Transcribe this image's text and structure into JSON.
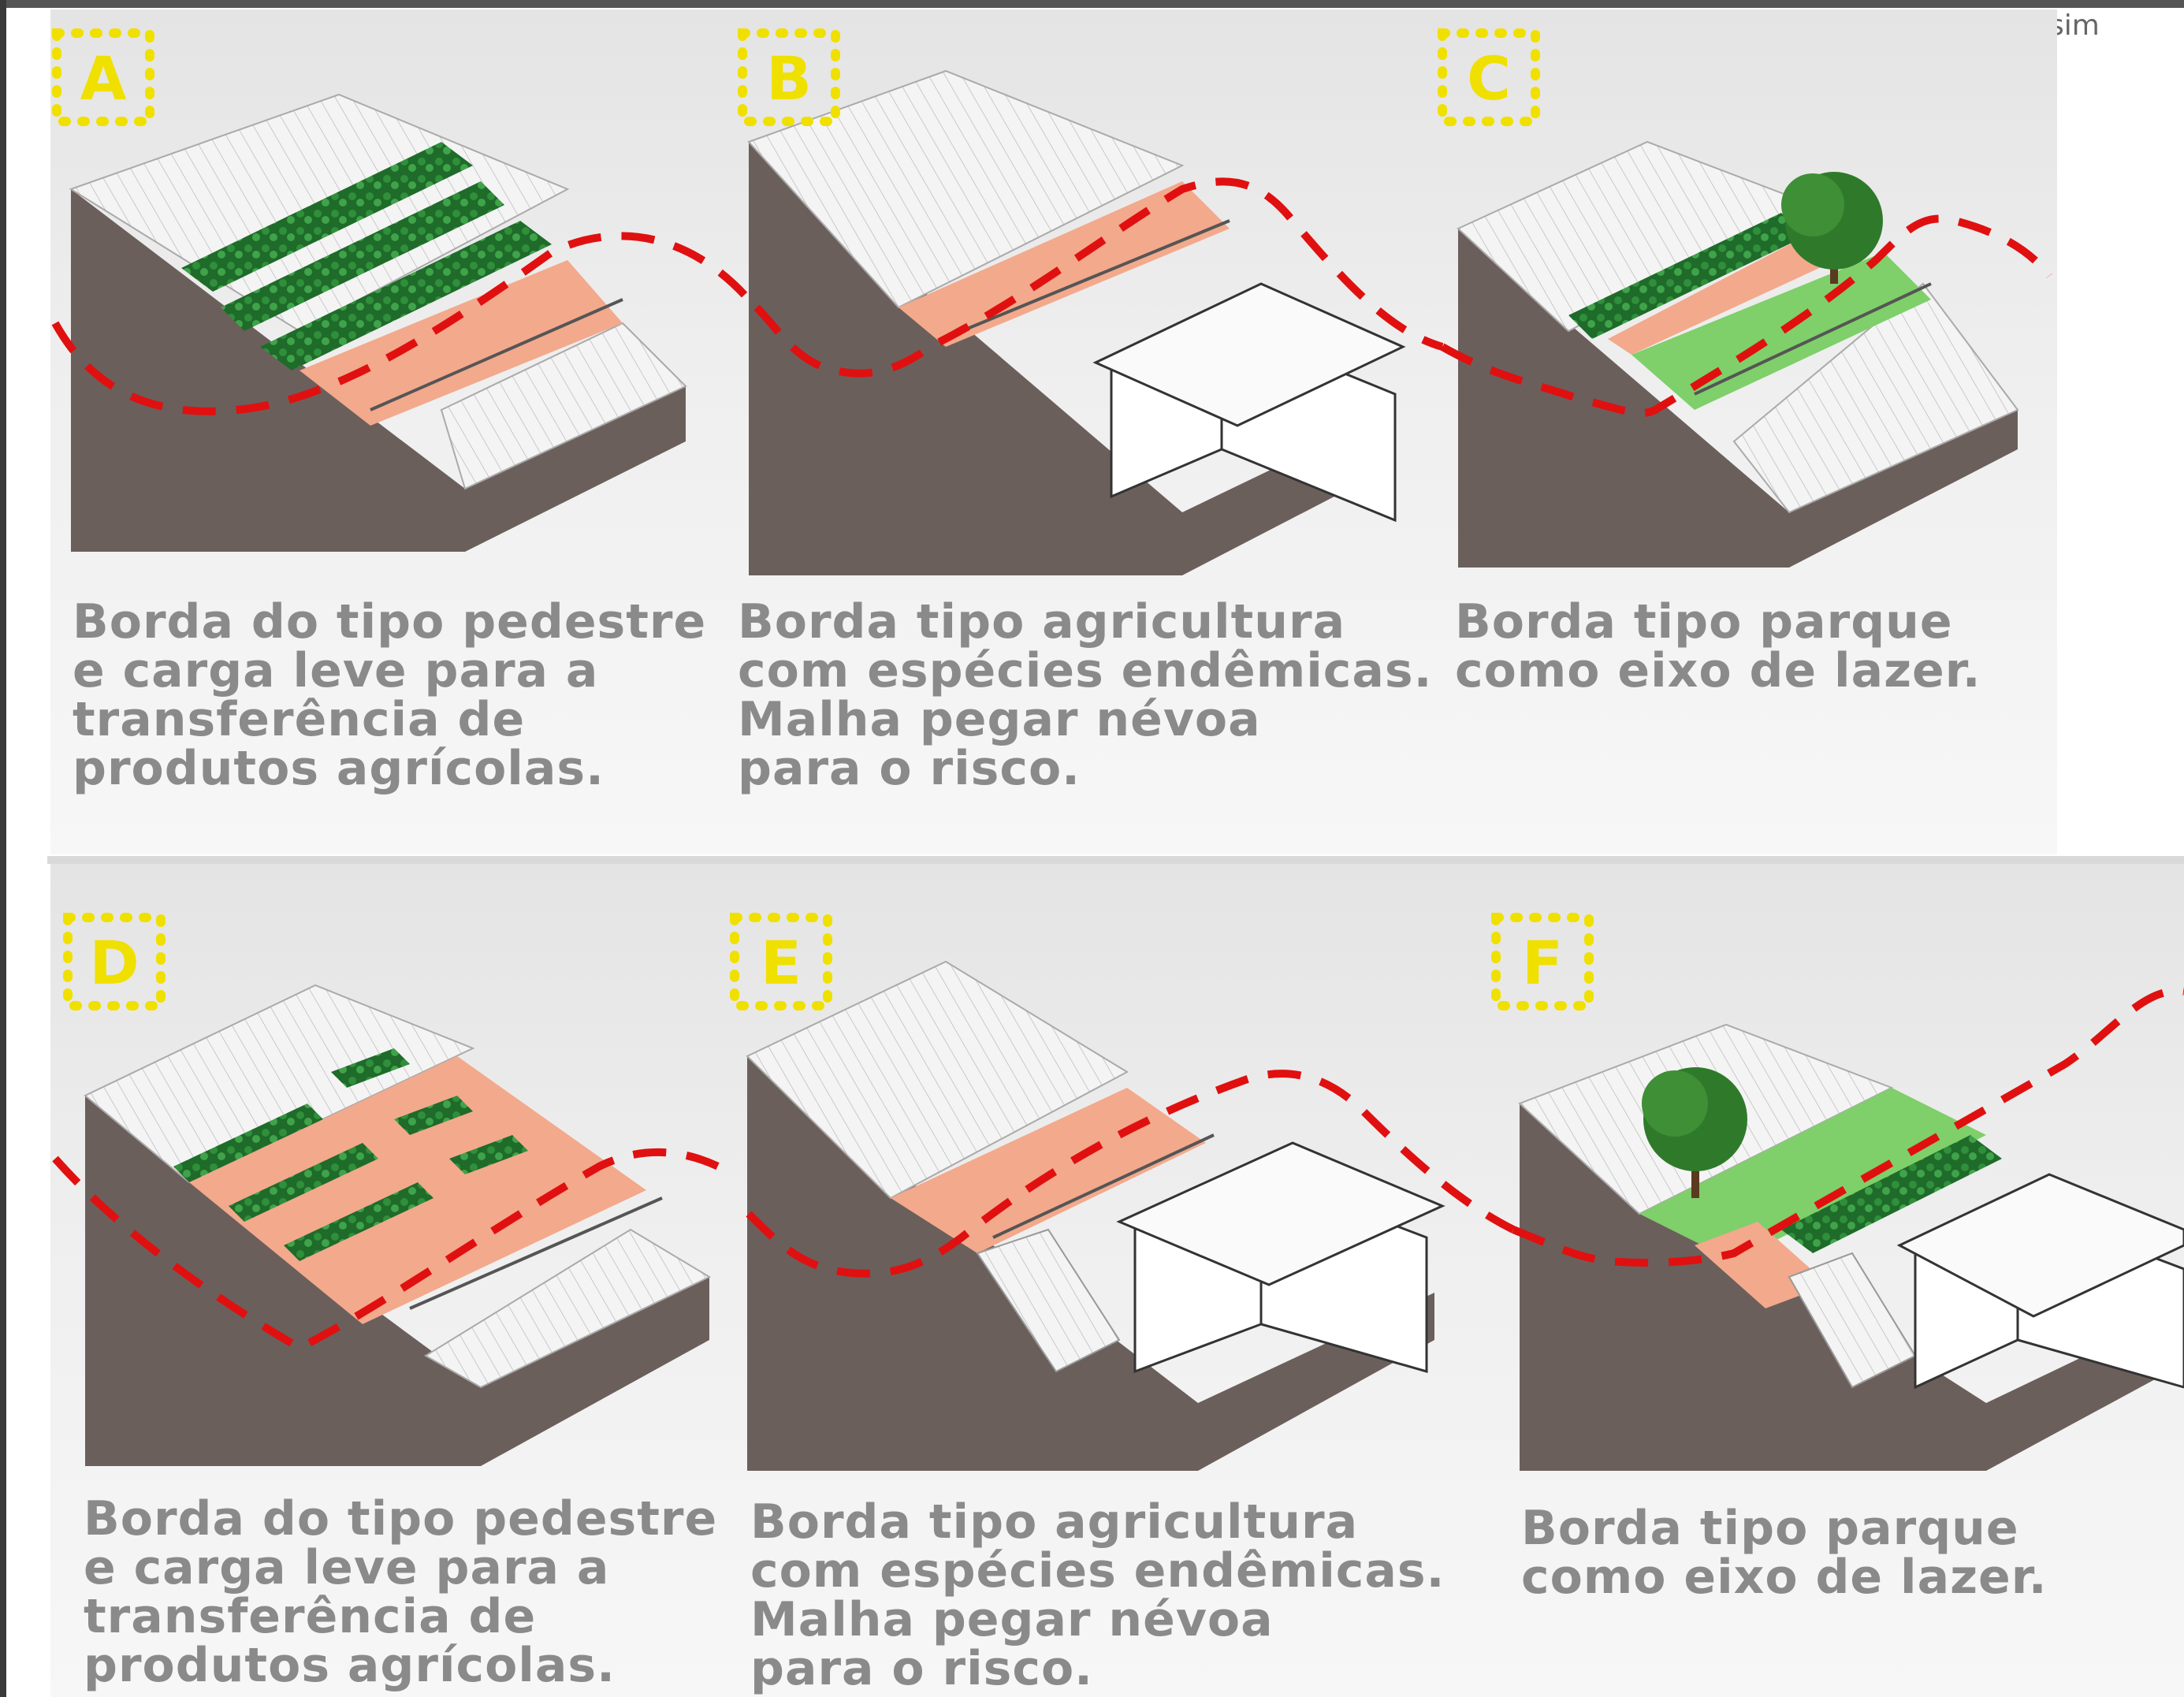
{
  "corner_text": "sim",
  "panels": [
    {
      "letter": "A",
      "caption_lines": [
        "Borda do tipo pedestre",
        "e carga leve para a",
        "transferência de",
        "produtos agrícolas."
      ]
    },
    {
      "letter": "B",
      "caption_lines": [
        "Borda tipo agricultura",
        "com espécies endêmicas.",
        "Malha pegar névoa",
        "para o risco."
      ]
    },
    {
      "letter": "C",
      "caption_lines": [
        "Borda tipo parque",
        "como eixo de lazer."
      ]
    },
    {
      "letter": "D",
      "caption_lines": [
        "Borda do tipo pedestre",
        "e carga leve para a",
        "transferência de",
        "produtos agrícolas."
      ]
    },
    {
      "letter": "E",
      "caption_lines": [
        "Borda tipo agricultura",
        "com espécies endêmicas.",
        "Malha pegar névoa",
        "para o risco."
      ]
    },
    {
      "letter": "F",
      "caption_lines": [
        "Borda tipo parque",
        "como eixo de lazer."
      ]
    }
  ],
  "colors": {
    "badge_yellow": "#f0e000",
    "boundary_red": "#e01010",
    "terrain_brown": "#6b5f5c",
    "path_salmon": "#f3a98c",
    "grass_green": "#7fcf6a",
    "crop_green": "#1f6b2a",
    "caption_grey": "#8a8a8a"
  }
}
